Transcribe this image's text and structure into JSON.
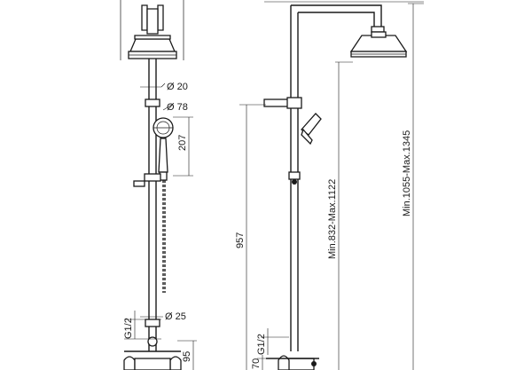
{
  "labels": {
    "d20": "Ø 20",
    "d78": "Ø 78",
    "h207": "207",
    "h957": "957",
    "g12_left": "G1/2",
    "d25": "Ø 25",
    "h95": "95",
    "g12_right": "G1/2",
    "h70": "70",
    "range_head": "Min.832-Max.1122",
    "range_total": "Min.1055-Max.1345"
  }
}
